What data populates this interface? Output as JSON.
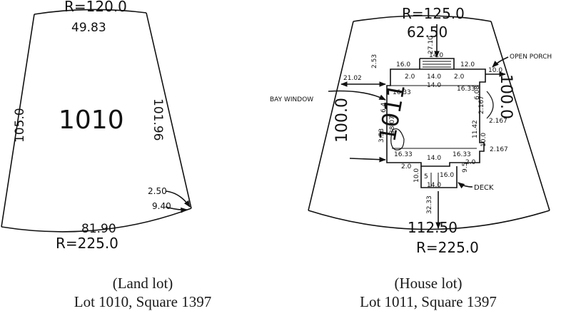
{
  "land_lot": {
    "lot_number": "1010",
    "top_radius": "R=120.0",
    "top_arc_length": "49.83",
    "left_side": "105.0",
    "right_side": "101.96",
    "bottom_arc_length": "81.90",
    "bottom_radius": "R=225.0",
    "corner_offset_a": "2.50",
    "corner_offset_b": "9.40",
    "caption_line1": "(Land lot)",
    "caption_line2": "Lot 1010, Square 1397"
  },
  "house_lot": {
    "lot_number": "1011",
    "top_radius": "R=125.0",
    "top_arc_length": "62.50",
    "left_side": "100.0",
    "right_side": "100.0",
    "bottom_arc_length": "112.50",
    "bottom_radius": "R=225.0",
    "labels": {
      "bay_window": "BAY WINDOW",
      "open_porch": "OPEN PORCH",
      "deck": "DECK"
    },
    "dimensions": {
      "front_setback": "27.10",
      "rear_setback": "32.33",
      "left_setback": "21.02",
      "right_setback": "10.0",
      "porch_width": "14.0",
      "front_left": "16.0",
      "front_right": "12.0",
      "top_step_left": "2.53",
      "inner_left_2": "2.0",
      "inner_mid": "14.0",
      "inner_right_2": "2.0",
      "upper_left": "16.33",
      "upper_mid": "14.0",
      "upper_right": "16.33",
      "right_upper": "6.08",
      "right_step": "2.167",
      "right_mid": "11.42",
      "right_lower": "10.0",
      "right_step_2": "2.167",
      "left_depth": "38.07",
      "left_upper": "6.4",
      "left_lower": "3.53",
      "lower_left": "16.33",
      "lower_mid": "14.0",
      "lower_right": "16.33",
      "lower_right_2": "2.0",
      "bottom_left_2": "2.0",
      "deck_left": "10.0",
      "deck_width": "16.0",
      "deck_inner": "14.0",
      "deck_depth": "9.5",
      "deck_step": "5"
    },
    "caption_line1": "(House lot)",
    "caption_line2": "Lot 1011, Square 1397"
  }
}
